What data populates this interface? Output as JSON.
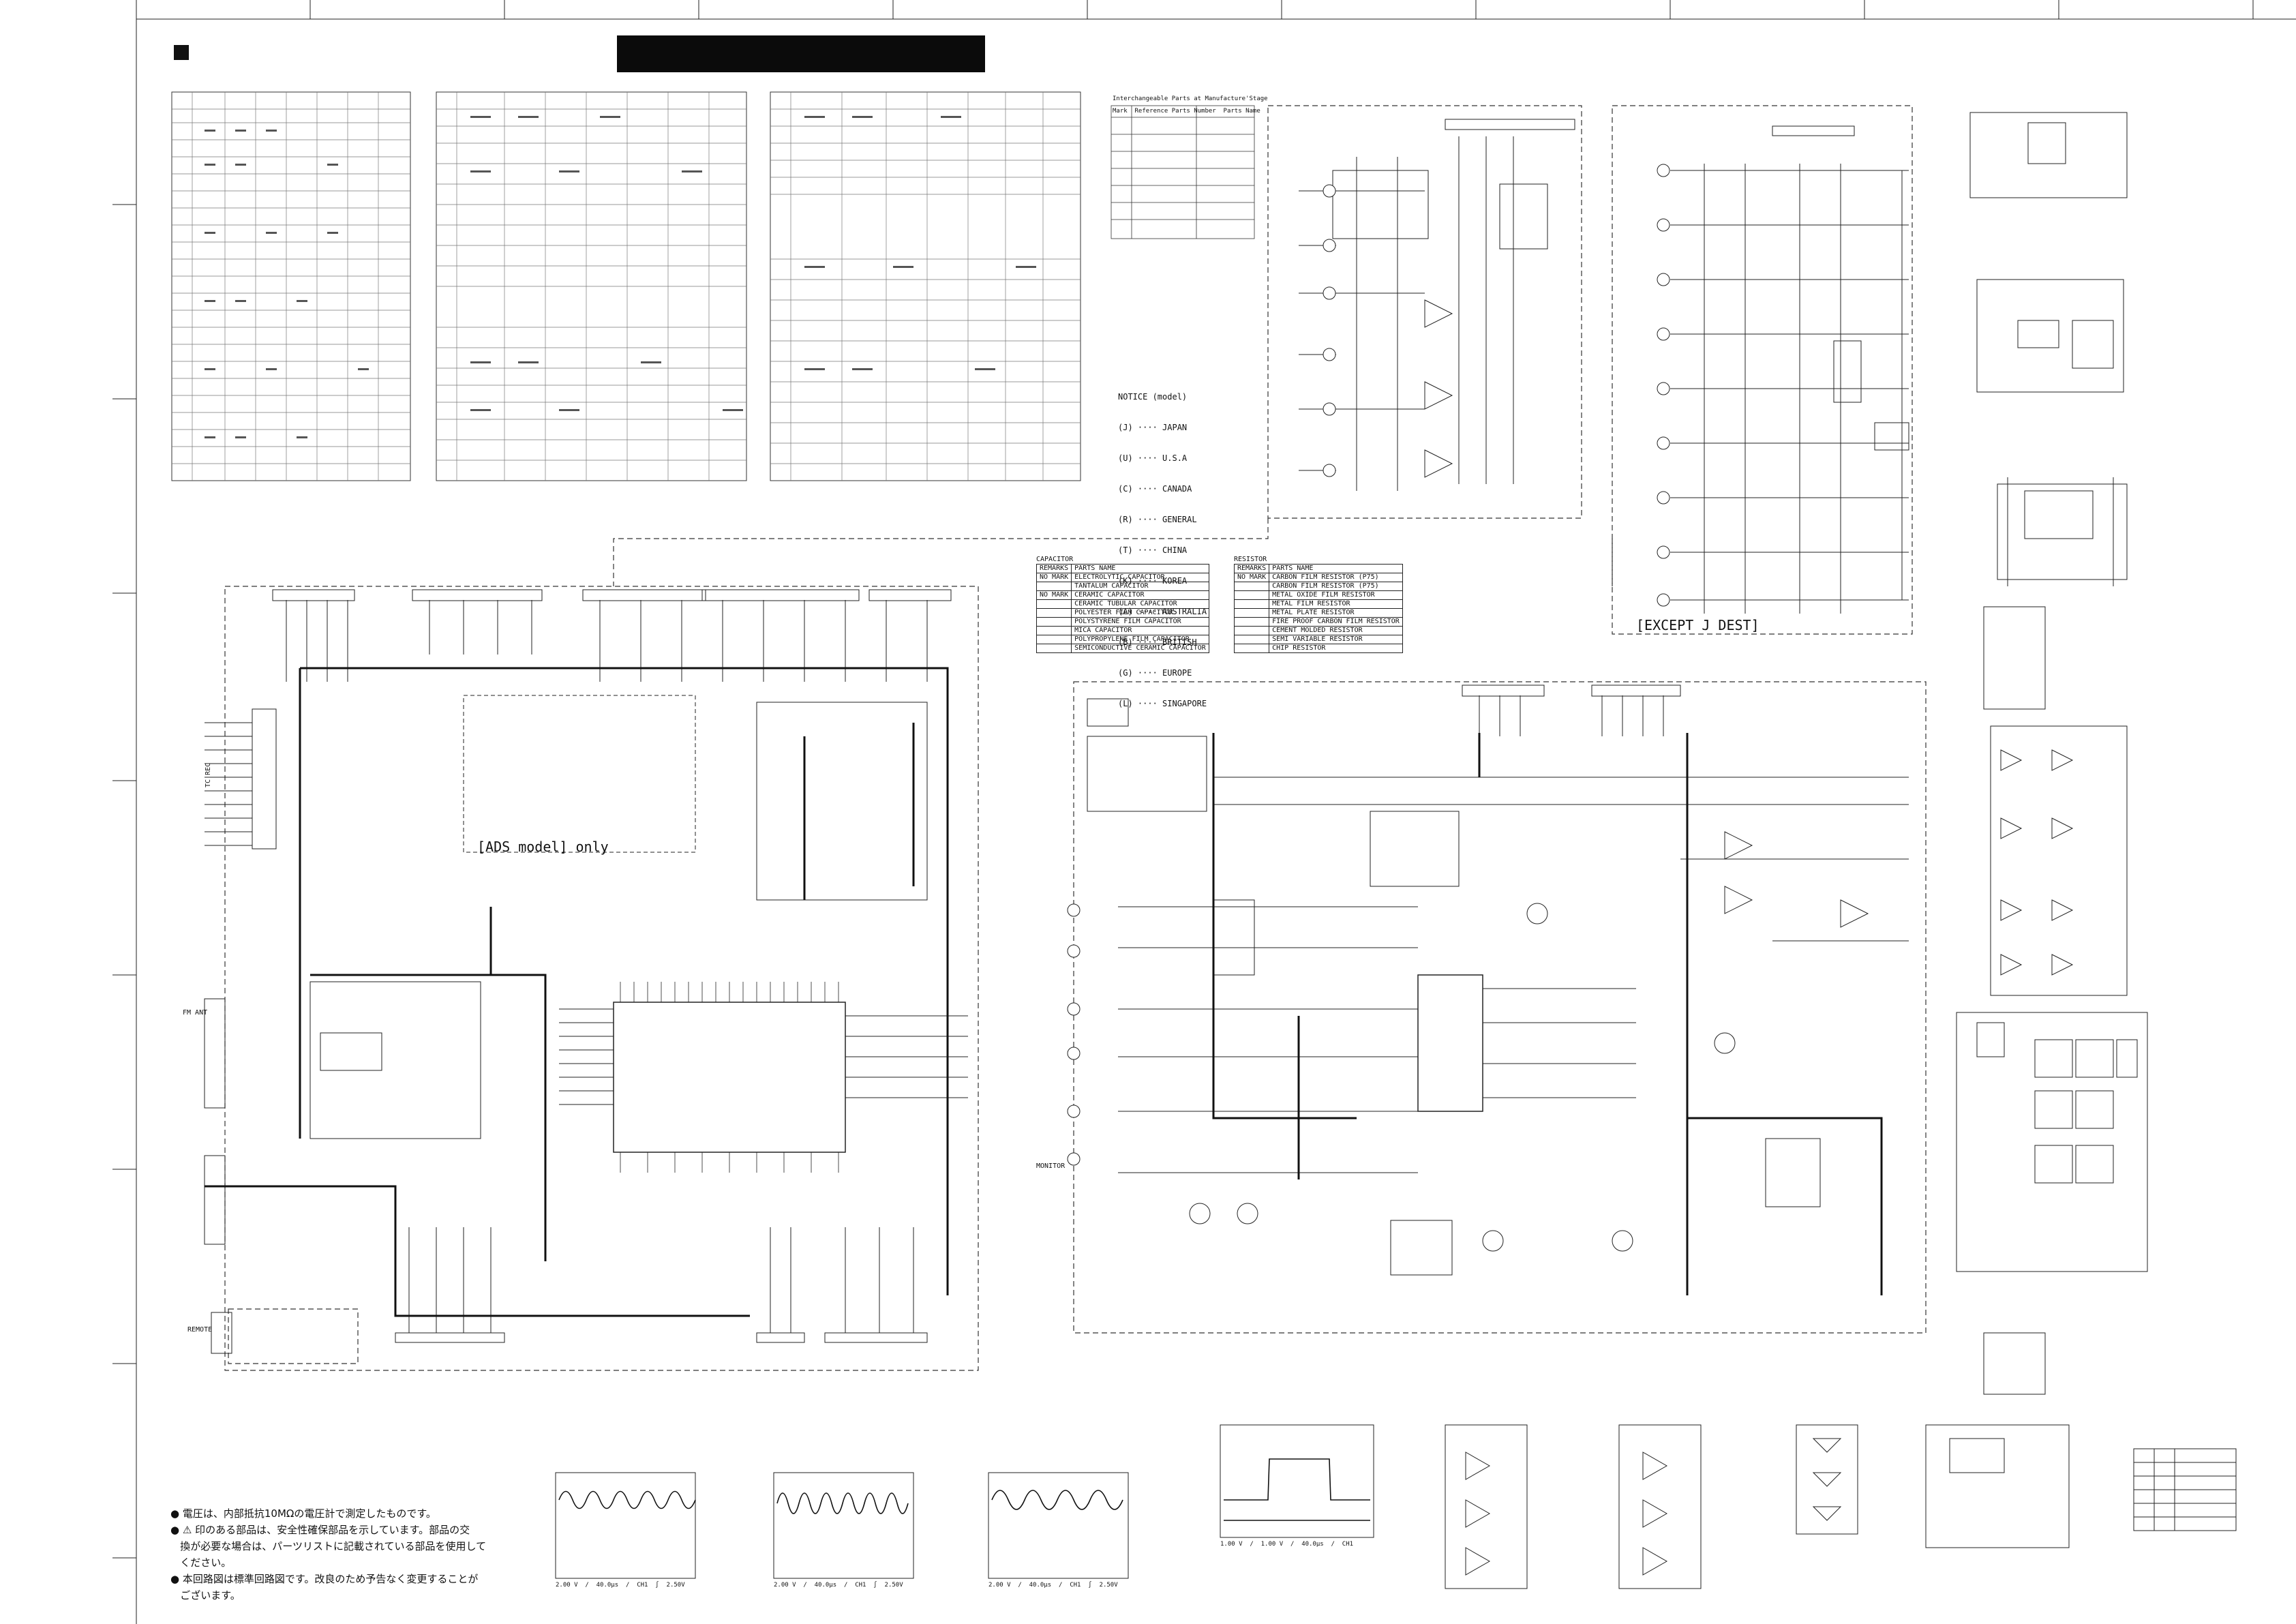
{
  "rohs_label": "[ADS model] only",
  "except_label": "[EXCEPT J DEST]",
  "interchangeable_title": "Interchangeable Parts at Manufacture'Stage",
  "interchangeable_header": "Mark  Reference Parts Number  Parts Name",
  "notice": {
    "title": "NOTICE (model)",
    "lines": [
      "(J) ···· JAPAN",
      "(U) ···· U.S.A",
      "(C) ···· CANADA",
      "(R) ···· GENERAL",
      "(T) ···· CHINA",
      "(K) ···· KOREA",
      "(A) ···· AUSTRALIA",
      "(B) ···· BRITISH",
      "(G) ···· EUROPE",
      "(L) ···· SINGAPORE"
    ]
  },
  "capacitor_legend": {
    "title": "CAPACITOR",
    "header": [
      "REMARKS",
      "PARTS NAME"
    ],
    "rows": [
      [
        "NO MARK",
        "ELECTROLYTIC CAPACITOR"
      ],
      [
        "",
        "TANTALUM CAPACITOR"
      ],
      [
        "NO MARK",
        "CERAMIC CAPACITOR"
      ],
      [
        "",
        "CERAMIC TUBULAR CAPACITOR"
      ],
      [
        "",
        "POLYESTER FILM CAPACITOR"
      ],
      [
        "",
        "POLYSTYRENE FILM CAPACITOR"
      ],
      [
        "",
        "MICA CAPACITOR"
      ],
      [
        "",
        "POLYPROPYLENE FILM CAPACITOR"
      ],
      [
        "",
        "SEMICONDUCTIVE CERAMIC CAPACITOR"
      ]
    ]
  },
  "resistor_legend": {
    "title": "RESISTOR",
    "header": [
      "REMARKS",
      "PARTS NAME"
    ],
    "rows": [
      [
        "NO MARK",
        "CARBON FILM RESISTOR (P75)"
      ],
      [
        "",
        "CARBON FILM RESISTOR (P75)"
      ],
      [
        "",
        "METAL OXIDE FILM RESISTOR"
      ],
      [
        "",
        "METAL FILM RESISTOR"
      ],
      [
        "",
        "METAL PLATE RESISTOR"
      ],
      [
        "",
        "FIRE PROOF CARBON FILM RESISTOR"
      ],
      [
        "",
        "CEMENT MOLDED RESISTOR"
      ],
      [
        "",
        "SEMI VARIABLE RESISTOR"
      ],
      [
        "",
        "CHIP RESISTOR"
      ]
    ]
  },
  "right_labels": {
    "tc_rec": "TC REC",
    "monitor": "MONITOR",
    "fm_ant": "FM ANT",
    "remote": "REMOTE"
  },
  "notes": [
    "● 電圧は、内部抵抗10MΩの電圧計で測定したものです。",
    "● ⚠ 印のある部品は、安全性確保部品を示しています。部品の交",
    "   換が必要な場合は、パーツリストに記載されている部品を使用して",
    "   ください。",
    "● 本回路図は標準回路図です。改良のため予告なく変更することが",
    "   ございます。"
  ],
  "waveforms": [
    {
      "caption": "2.00 V  /  40.0μs  /  CH1  ∫  2.50V"
    },
    {
      "caption": "2.00 V  /  40.0μs  /  CH1  ∫  2.50V"
    },
    {
      "caption": "2.00 V  /  40.0μs  /  CH1  ∫  2.50V"
    },
    {
      "caption": "1.00 V  /  1.00 V  /  40.0μs  /  CH1"
    }
  ]
}
